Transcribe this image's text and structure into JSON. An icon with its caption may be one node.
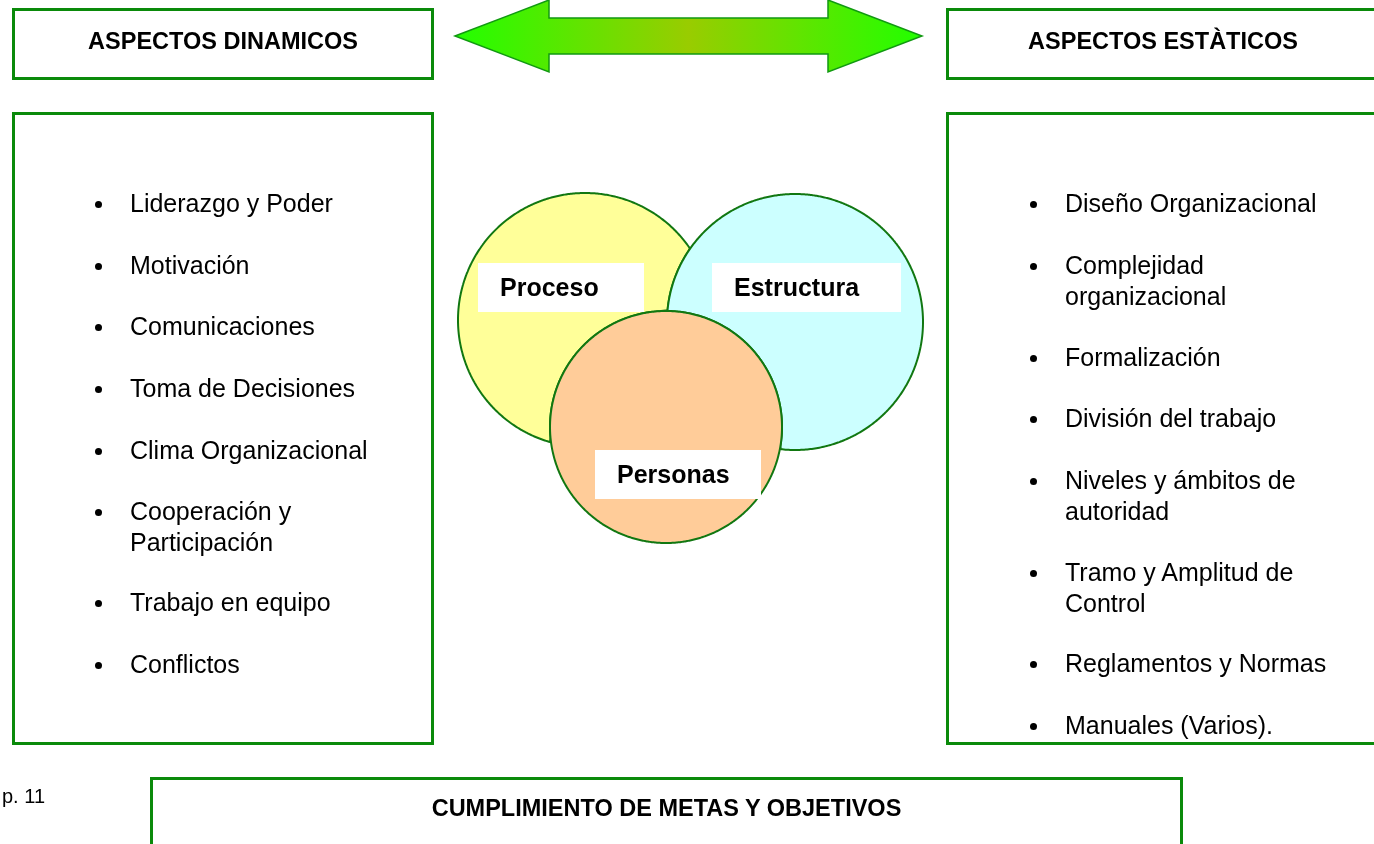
{
  "diagram": {
    "nodes": [
      {
        "text": [
          "ASPECTOS DINAMICOS"
        ]
      },
      {
        "text": [
          "ASPECTOS ESTÀTICOS"
        ]
      },
      {
        "text": [
          "Liderazgo y Poder",
          "Motivación",
          "Comunicaciones",
          "Toma de Decisiones",
          "Clima Organizacional",
          "Cooperación y Participación",
          "Trabajo en equipo",
          "Conflictos"
        ]
      },
      {
        "text": [
          "Diseño Organizacional",
          "Complejidad organizacional",
          "Formalización",
          "División del trabajo",
          "Niveles y ámbitos de autoridad",
          "Tramo y Amplitud de Control",
          "Reglamentos y Normas",
          "Manuales (Varios)."
        ]
      },
      {
        "text": [
          "Proceso"
        ]
      },
      {
        "text": [
          "Estructura"
        ]
      },
      {
        "text": [
          "Personas"
        ]
      },
      {
        "text": [
          "CUMPLIMIENTO DE METAS Y OBJETIVOS"
        ]
      }
    ],
    "edges": [
      {
        "from": 0,
        "to": 1,
        "arrow": "both"
      }
    ],
    "labels": [
      "p. 11"
    ]
  }
}
